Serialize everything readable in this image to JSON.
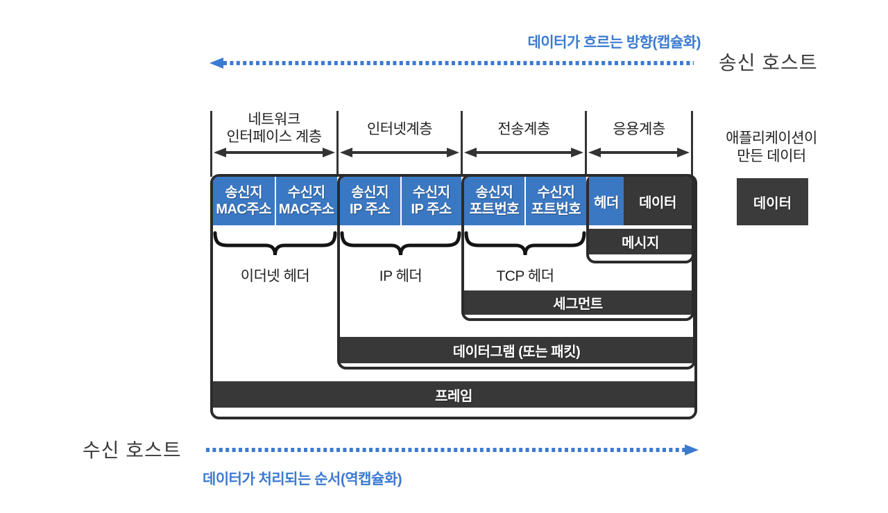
{
  "colors": {
    "blue_box": "#3b78c3",
    "dark_box": "#383838",
    "border_dark": "#2b2b2b",
    "flow_blue": "#3b7ad1",
    "text_dark": "#333333"
  },
  "top_flow": {
    "label": "데이터가 흐르는 방향(캡슐화)",
    "host": "송신 호스트"
  },
  "layer_headers": [
    {
      "label": "네트워크\n인터페이스 계층"
    },
    {
      "label": "인터넷계층"
    },
    {
      "label": "전송계층"
    },
    {
      "label": "응용계층"
    }
  ],
  "app_note": "애플리케이션이\n만든 데이터",
  "app_data_box": "데이터",
  "frame": {
    "field1": "송신지\nMAC주소",
    "field2": "수신지\nMAC주소",
    "brace_label": "이더넷 헤더",
    "bar": "프레임"
  },
  "datagram": {
    "field1": "송신지\nIP 주소",
    "field2": "수신지\nIP 주소",
    "brace_label": "IP 헤더",
    "bar": "데이터그램 (또는 패킷)"
  },
  "segment": {
    "field1": "송신지\n포트번호",
    "field2": "수신지\n포트번호",
    "brace_label": "TCP 헤더",
    "bar": "세그먼트"
  },
  "message": {
    "header": "헤더",
    "data": "데이터",
    "bar": "메시지"
  },
  "bottom_flow": {
    "host": "수신 호스트",
    "label": "데이터가 처리되는 순서(역캡슐화)"
  }
}
